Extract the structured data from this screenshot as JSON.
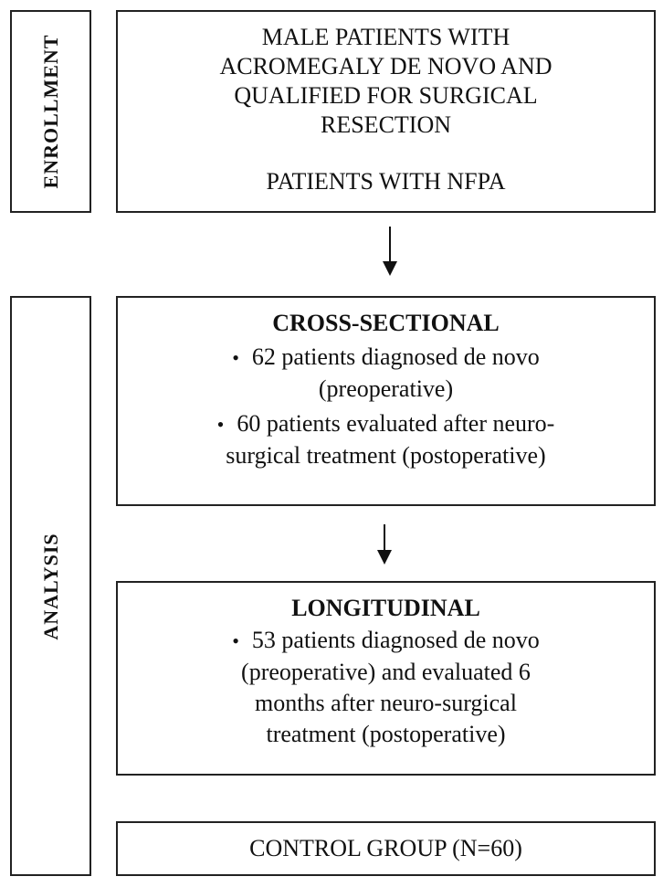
{
  "enrollment": {
    "side_label": "ENROLLMENT",
    "lines": [
      "MALE PATIENTS WITH",
      "ACROMEGALY DE NOVO AND",
      "QUALIFIED FOR SURGICAL",
      "RESECTION"
    ],
    "nfpa_line": "PATIENTS WITH NFPA"
  },
  "analysis": {
    "side_label": "ANALYSIS",
    "cross_sectional": {
      "title": "CROSS-SECTIONAL",
      "bullets": [
        {
          "lines": [
            "62 patients diagnosed de novo",
            "(preoperative)"
          ]
        },
        {
          "lines": [
            "60 patients evaluated after neuro-",
            "surgical treatment (postoperative)"
          ]
        }
      ]
    },
    "longitudinal": {
      "title": "LONGITUDINAL",
      "bullets": [
        {
          "lines": [
            "53 patients diagnosed de novo",
            "(preoperative) and evaluated 6",
            "months after neuro-surgical",
            "treatment (postoperative)"
          ]
        }
      ]
    },
    "control_group": "CONTROL GROUP (N=60)"
  },
  "symbols": {
    "bullet": "•"
  }
}
